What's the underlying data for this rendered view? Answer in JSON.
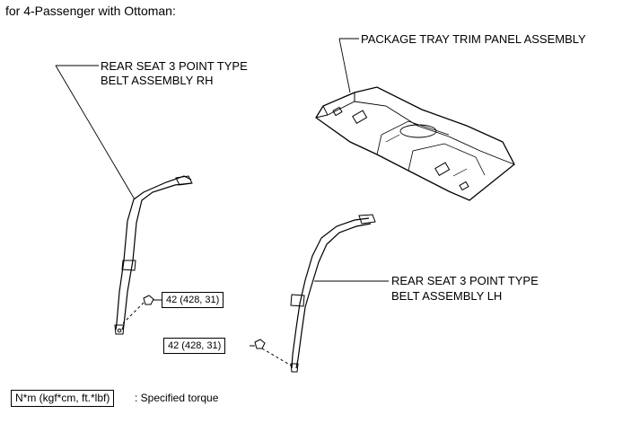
{
  "heading": "for 4-Passenger with Ottoman:",
  "labels": {
    "package_tray": "PACKAGE TRAY TRIM PANEL ASSEMBLY",
    "belt_rh_line1": "REAR SEAT 3 POINT TYPE",
    "belt_rh_line2": "BELT ASSEMBLY RH",
    "belt_lh_line1": "REAR SEAT 3 POINT TYPE",
    "belt_lh_line2": "BELT ASSEMBLY LH"
  },
  "torque": {
    "rh_value": "42 (428, 31)",
    "lh_value": "42 (428, 31)"
  },
  "legend": {
    "unit_box": "N*m (kgf*cm, ft.*lbf)",
    "unit_desc": ": Specified torque"
  }
}
